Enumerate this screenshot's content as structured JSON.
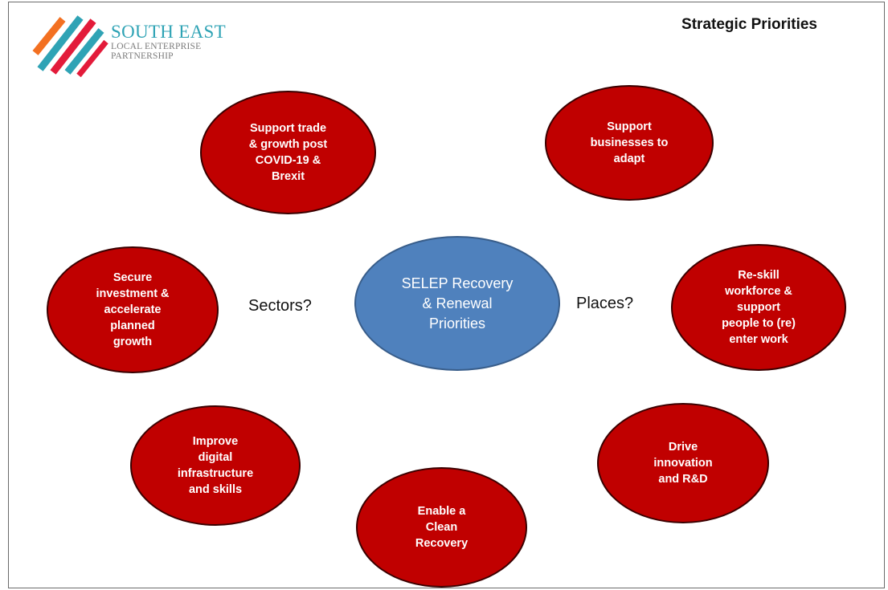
{
  "logo": {
    "line1": "SOUTH EAST",
    "line2": "LOCAL ENTERPRISE",
    "line3": "PARTNERSHIP",
    "colors": [
      "#f37021",
      "#e31b3a",
      "#2fa3b5"
    ]
  },
  "title": "Strategic Priorities",
  "center": {
    "label": "SELEP Recovery\n& Renewal\nPriorities",
    "color": "#4f81bd"
  },
  "priorities": [
    {
      "id": "trade",
      "label": "Support trade\n& growth  post\nCOVID-19 &\nBrexit"
    },
    {
      "id": "adapt",
      "label": "Support\nbusinesses to\nadapt"
    },
    {
      "id": "investment",
      "label": "Secure\ninvestment  &\naccelerate\nplanned\ngrowth"
    },
    {
      "id": "reskill",
      "label": "Re-skill\nworkforce &\nsupport\npeople  to (re)\nenter work"
    },
    {
      "id": "digital",
      "label": "Improve\ndigital\ninfrastructure\nand skills"
    },
    {
      "id": "innovation",
      "label": "Drive\ninnovation\nand R&D"
    },
    {
      "id": "clean",
      "label": "Enable  a\nClean\nRecovery"
    }
  ],
  "side_labels": {
    "left": "Sectors?",
    "right": "Places?"
  },
  "colors": {
    "priority": "#c00000",
    "priority_border": "#3a0000"
  }
}
